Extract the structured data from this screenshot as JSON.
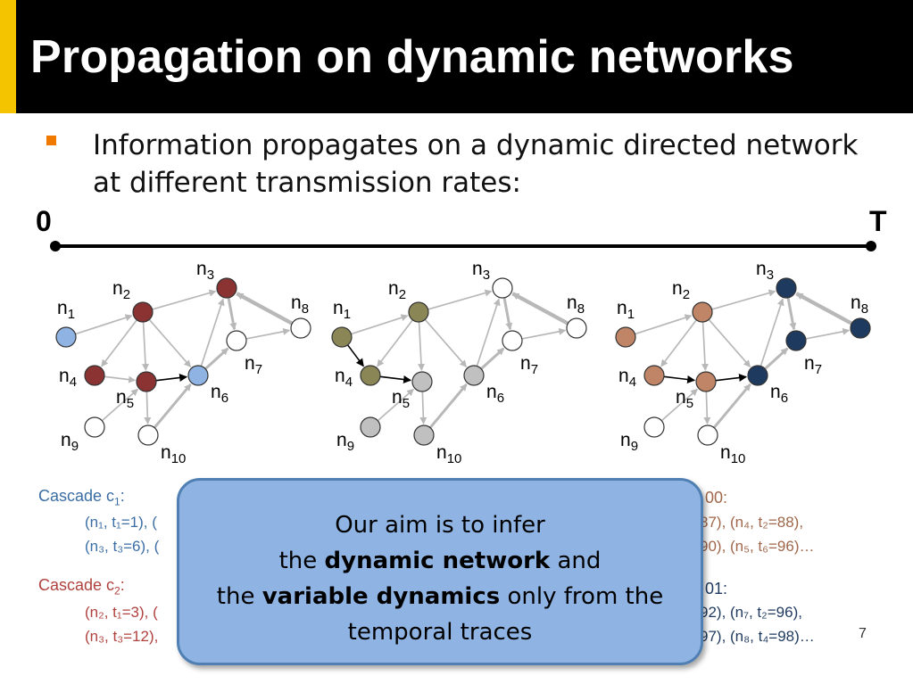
{
  "slide": {
    "title": "Propagation on dynamic networks",
    "bullet_line1": "Information propagates on a dynamic directed network",
    "bullet_line2": "at different transmission rates:",
    "page_number": "7"
  },
  "timeline": {
    "start_label": "0",
    "end_label": "T"
  },
  "node_labels": [
    "n1",
    "n2",
    "n3",
    "n4",
    "n5",
    "n6",
    "n7",
    "n8",
    "n9",
    "n10"
  ],
  "networks": [
    {
      "colors": {
        "n1": "#8fb4e3",
        "n2": "#8b3333",
        "n3": "#8b3333",
        "n4": "#8b3333",
        "n5": "#8b3333",
        "n6": "#8fb4e3",
        "n7": "#ffffff",
        "n8": "#ffffff",
        "n9": "#ffffff",
        "n10": "#ffffff"
      }
    },
    {
      "colors": {
        "n1": "#8a8656",
        "n2": "#8a8656",
        "n3": "#ffffff",
        "n4": "#8a8656",
        "n5": "#c0c0c0",
        "n6": "#c0c0c0",
        "n7": "#ffffff",
        "n8": "#ffffff",
        "n9": "#c0c0c0",
        "n10": "#c0c0c0"
      }
    },
    {
      "colors": {
        "n1": "#c08466",
        "n2": "#c08466",
        "n3": "#1f3a5f",
        "n4": "#c08466",
        "n5": "#c08466",
        "n6": "#1f3a5f",
        "n7": "#1f3a5f",
        "n8": "#1f3a5f",
        "n9": "#ffffff",
        "n10": "#ffffff"
      }
    }
  ],
  "cascades_left": [
    {
      "title": "Cascade c",
      "sub": "1",
      "color": "#3b6ea5",
      "line1": "(n₁, t₁=1), (",
      "line2": "(n₃, t₃=6), ("
    },
    {
      "title": "Cascade c",
      "sub": "2",
      "color": "#b0413e",
      "line1": "(n₂, t₁=3), (",
      "line2": "(n₃, t₃=12),"
    }
  ],
  "cascades_right": [
    {
      "title": "00:",
      "color": "#a0674a",
      "line1": "87), (n₄, t₂=88),",
      "line2": "90), (n₅, t₆=96)…"
    },
    {
      "title": "01:",
      "color": "#1f3a5f",
      "line1": "92), (n₇, t₂=96),",
      "line2": "97), (n₈, t₄=98)…"
    }
  ],
  "callout": {
    "line1": "Our aim is to infer",
    "line2_pre": "the ",
    "line2_bold": "dynamic network",
    "line2_post": " and",
    "line3_pre": "the ",
    "line3_bold": "variable dynamics",
    "line3_post": " only from the",
    "line4": "temporal traces"
  }
}
